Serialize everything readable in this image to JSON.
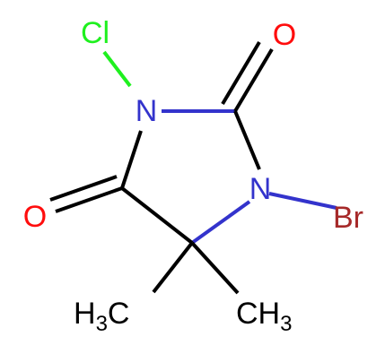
{
  "molecule": {
    "atoms": {
      "cl": {
        "symbol": "Cl"
      },
      "o_top": {
        "symbol": "O"
      },
      "n_left": {
        "symbol": "N"
      },
      "n_right": {
        "symbol": "N"
      },
      "o_left": {
        "symbol": "O"
      },
      "br": {
        "symbol": "Br"
      },
      "me_left": {
        "main": "H",
        "sub": "3",
        "tail": "C"
      },
      "me_right": {
        "main": "CH",
        "sub": "3"
      }
    },
    "colors": {
      "carbon_bond": "#000000",
      "nitrogen": "#3333cc",
      "oxygen": "#ff0d0d",
      "chlorine": "#1ff01f",
      "bromine": "#a62929",
      "methyl": "#000000"
    }
  }
}
